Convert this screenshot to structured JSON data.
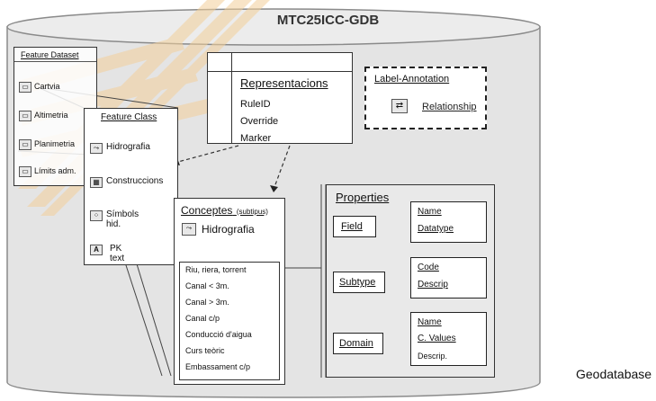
{
  "title": "MTC25ICC-GDB",
  "caption": "Geodatabase",
  "feature_dataset": {
    "header": "Feature Dataset",
    "items": [
      {
        "label": "Cartvia",
        "icon": "folder-icon"
      },
      {
        "label": "Altimetria",
        "icon": "folder-icon"
      },
      {
        "label": "Planimetria",
        "icon": "folder-icon"
      },
      {
        "label": "Límits adm.",
        "icon": "folder-icon"
      }
    ]
  },
  "feature_class": {
    "header": "Feature Class",
    "items": [
      {
        "label": "Hidrografia",
        "icon": "line-icon",
        "glyph": "⤳"
      },
      {
        "label": "Construccions",
        "icon": "polygon-icon",
        "glyph": "▦"
      },
      {
        "label": "Símbols hid.",
        "icon": "points-icon",
        "glyph": "⁘"
      },
      {
        "label": "PK text",
        "icon": "annotation-icon",
        "glyph": "A"
      }
    ]
  },
  "representacions": {
    "header": "Representacions",
    "items": [
      "RuleID",
      "Override",
      "Marker"
    ]
  },
  "label_annotation": {
    "header": "Label-Annotation",
    "link": "Relationship"
  },
  "conceptes": {
    "header": "Conceptes",
    "header_sub": "(subtipus)",
    "class_label": "Hidrografia",
    "items": [
      "Riu, riera, torrent",
      "Canal < 3m.",
      "Canal > 3m.",
      "Canal c/p",
      "Conducció d'aigua",
      "Curs teòric",
      "Embassament c/p"
    ]
  },
  "properties": {
    "header": "Properties",
    "rows": [
      {
        "key": "Field",
        "values": [
          "Name",
          "Datatype"
        ]
      },
      {
        "key": "Subtype",
        "values": [
          "Code",
          "Descrip"
        ]
      },
      {
        "key": "Domain",
        "values": [
          "Name",
          "C. Values",
          "Descrip."
        ]
      }
    ]
  },
  "colors": {
    "cylinder_fill": "#e6e6e6",
    "cylinder_stroke": "#8a8a8a",
    "stripe": "#f3cf9a"
  }
}
